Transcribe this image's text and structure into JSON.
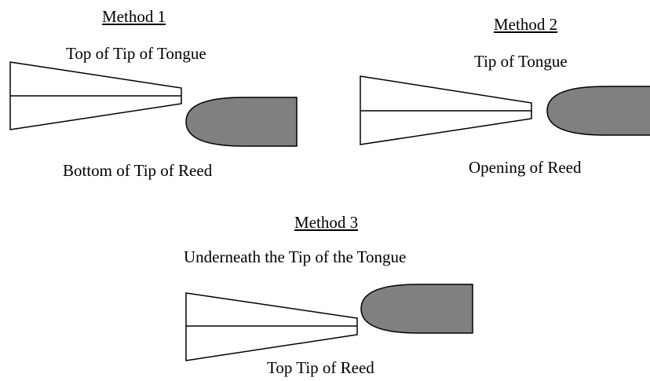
{
  "colors": {
    "background": "#ffffff",
    "stroke": "#000000",
    "reed_fill": "#808080",
    "tongue_fill": "#ffffff"
  },
  "methods": [
    {
      "heading": "Method 1",
      "top_label": "Top of Tip of Tongue",
      "bottom_label": "Bottom of Tip of Reed"
    },
    {
      "heading": "Method 2",
      "top_label": "Tip of Tongue",
      "bottom_label": "Opening of Reed"
    },
    {
      "heading": "Method 3",
      "top_label": "Underneath the Tip of the Tongue",
      "bottom_label": "Top Tip of Reed"
    }
  ]
}
